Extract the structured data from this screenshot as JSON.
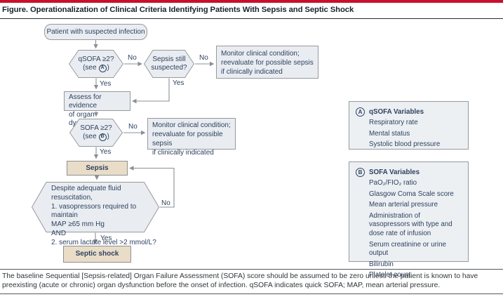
{
  "title": "Figure. Operationalization of Clinical Criteria Identifying Patients With Sepsis and Septic Shock",
  "labels": {
    "yes": "Yes",
    "no": "No"
  },
  "nodes": {
    "start": {
      "label": "Patient with suspected infection"
    },
    "qsofa": {
      "line1": "qSOFA ≥2?",
      "see_prefix": "(see",
      "badge": "A",
      "see_suffix": ")"
    },
    "sepsis_still": {
      "line1": "Sepsis still",
      "line2": "suspected?"
    },
    "monitor1": {
      "line1": "Monitor clinical condition;",
      "line2": "reevaluate for possible sepsis",
      "line3": "if clinically indicated"
    },
    "assess": {
      "line1": "Assess for evidence",
      "line2": "of organ dysfunction"
    },
    "sofa": {
      "line1": "SOFA ≥2?",
      "see_prefix": "(see",
      "badge": "B",
      "see_suffix": ")"
    },
    "monitor2": {
      "line1": "Monitor clinical condition;",
      "line2": "reevaluate for possible sepsis",
      "line3": "if clinically indicated"
    },
    "sepsis": {
      "label": "Sepsis"
    },
    "shock_criteria": {
      "line1": "Despite adequate fluid resuscitation,",
      "line2": "1. vasopressors required to maintain",
      "line3": "MAP ≥65 mm Hg",
      "line4": "AND",
      "line5": "2. serum lactate level >2 mmol/L?"
    },
    "septic_shock": {
      "label": "Septic shock"
    }
  },
  "legend_a": {
    "badge": "A",
    "title": "qSOFA Variables",
    "items": [
      "Respiratory rate",
      "Mental status",
      "Systolic blood pressure"
    ]
  },
  "legend_b": {
    "badge": "B",
    "title": "SOFA Variables",
    "items": [
      "PaO₂/FIO₂ ratio",
      "Glasgow Coma Scale score",
      "Mean arterial pressure",
      "Administration of vasopressors with type and dose rate of infusion",
      "Serum creatinine or urine output",
      "Bilirubin",
      "Platelet count"
    ]
  },
  "footnote": "The baseline Sequential [Sepsis-related] Organ Failure Assessment (SOFA) score should be assumed to be zero unless the patient is known to have preexisting (acute or chronic) organ dysfunction before the onset of infection. qSOFA indicates quick SOFA; MAP, mean arterial pressure.",
  "colors": {
    "accent_red": "#c8102e",
    "node_fill": "#e9edf1",
    "node_border": "#97999b",
    "tan_fill": "#e9ddc8",
    "text_navy": "#2f4160",
    "line_gray": "#8a9096"
  }
}
